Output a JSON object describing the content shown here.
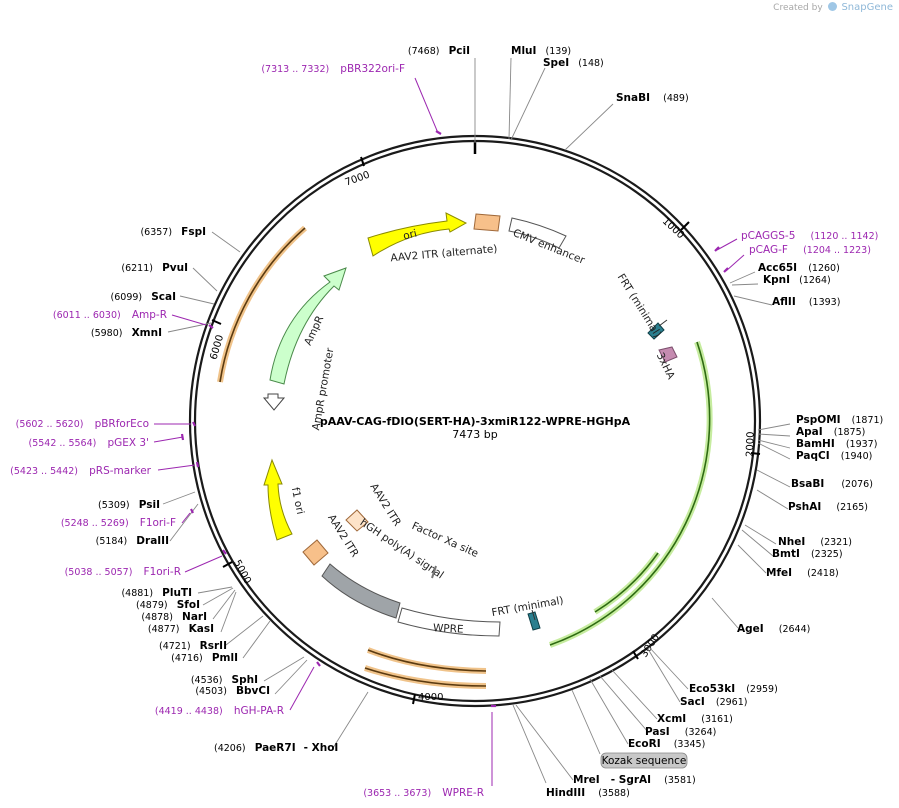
{
  "credit": {
    "prefix": "Created by",
    "brand": "SnapGene"
  },
  "plasmid": {
    "name": "pAAV-CAG-fDIO(SERT-HA)-3xmiR122-WPRE-HGHpA",
    "size_label": "7473 bp",
    "length": 7473
  },
  "ticks": [
    "1000",
    "2000",
    "3000",
    "4000",
    "5000",
    "6000",
    "7000"
  ],
  "enzymes": [
    {
      "name": "PciI",
      "pos": "(7468)"
    },
    {
      "name": "MluI",
      "pos": "(139)"
    },
    {
      "name": "SpeI",
      "pos": "(148)"
    },
    {
      "name": "SnaBI",
      "pos": "(489)"
    },
    {
      "name": "Acc65I",
      "pos": "(1260)"
    },
    {
      "name": "KpnI",
      "pos": "(1264)"
    },
    {
      "name": "AflII",
      "pos": "(1393)"
    },
    {
      "name": "PspOMI",
      "pos": "(1871)"
    },
    {
      "name": "ApaI",
      "pos": "(1875)"
    },
    {
      "name": "BamHI",
      "pos": "(1937)"
    },
    {
      "name": "PaqCI",
      "pos": "(1940)"
    },
    {
      "name": "BsaBI",
      "pos": "(2076)"
    },
    {
      "name": "PshAI",
      "pos": "(2165)"
    },
    {
      "name": "NheI",
      "pos": "(2321)"
    },
    {
      "name": "BmtI",
      "pos": "(2325)"
    },
    {
      "name": "MfeI",
      "pos": "(2418)"
    },
    {
      "name": "AgeI",
      "pos": "(2644)"
    },
    {
      "name": "Eco53kI",
      "pos": "(2959)"
    },
    {
      "name": "SacI",
      "pos": "(2961)"
    },
    {
      "name": "XcmI",
      "pos": "(3161)"
    },
    {
      "name": "PasI",
      "pos": "(3264)"
    },
    {
      "name": "EcoRI",
      "pos": "(3345)"
    },
    {
      "name": "SgrAI",
      "pos": "(3581)"
    },
    {
      "name": "MreI",
      "pos": ""
    },
    {
      "name": "HindIII",
      "pos": "(3588)"
    },
    {
      "name": "PaeR7I",
      "pos": "(4206)"
    },
    {
      "name": "XhoI",
      "pos": ""
    },
    {
      "name": "BbvCI",
      "pos": "(4503)"
    },
    {
      "name": "SphI",
      "pos": "(4536)"
    },
    {
      "name": "PmlI",
      "pos": "(4716)"
    },
    {
      "name": "RsrII",
      "pos": "(4721)"
    },
    {
      "name": "KasI",
      "pos": "(4877)"
    },
    {
      "name": "NarI",
      "pos": "(4878)"
    },
    {
      "name": "SfoI",
      "pos": "(4879)"
    },
    {
      "name": "PluTI",
      "pos": "(4881)"
    },
    {
      "name": "DraIII",
      "pos": "(5184)"
    },
    {
      "name": "PsiI",
      "pos": "(5309)"
    },
    {
      "name": "XmnI",
      "pos": "(5980)"
    },
    {
      "name": "ScaI",
      "pos": "(6099)"
    },
    {
      "name": "PvuI",
      "pos": "(6211)"
    },
    {
      "name": "FspI",
      "pos": "(6357)"
    }
  ],
  "primers": [
    {
      "name": "pBR322ori-F",
      "range": "(7313 .. 7332)"
    },
    {
      "name": "pCAGGS-5",
      "range": "(1120 .. 1142)"
    },
    {
      "name": "pCAG-F",
      "range": "(1204 .. 1223)"
    },
    {
      "name": "WPRE-R",
      "range": "(3653 .. 3673)"
    },
    {
      "name": "hGH-PA-R",
      "range": "(4419 .. 4438)"
    },
    {
      "name": "F1ori-R",
      "range": "(5038 .. 5057)"
    },
    {
      "name": "F1ori-F",
      "range": "(5248 .. 5269)"
    },
    {
      "name": "pRS-marker",
      "range": "(5423 .. 5442)"
    },
    {
      "name": "pGEX 3'",
      "range": "(5542 .. 5564)"
    },
    {
      "name": "pBRforEco",
      "range": "(5602 .. 5620)"
    },
    {
      "name": "Amp-R",
      "range": "(6011 .. 6030)"
    }
  ],
  "features": [
    {
      "name": "ori",
      "color": "#ffff00"
    },
    {
      "name": "AAV2 ITR (alternate)",
      "color": "#f7c08a"
    },
    {
      "name": "CMV enhancer",
      "color": "#ffffff"
    },
    {
      "name": "FRT (minimal)",
      "color": "#2a7f8f"
    },
    {
      "name": "3xHA",
      "color": "#c58bb0"
    },
    {
      "name": "AmpR",
      "color": "#ccffcc"
    },
    {
      "name": "AmpR promoter",
      "color": "#ffffff"
    },
    {
      "name": "f1 ori",
      "color": "#ffff00"
    },
    {
      "name": "AAV2 ITR",
      "color": "#f7c08a"
    },
    {
      "name": "AAV2 ITR",
      "color": "#fde3c8"
    },
    {
      "name": "hGH poly(A) signal",
      "color": "#9fa4a8"
    },
    {
      "name": "Factor Xa site",
      "color": "#777777"
    },
    {
      "name": "WPRE",
      "color": "#ffffff"
    },
    {
      "name": "FRT (minimal)",
      "color": "#2a7f8f"
    }
  ],
  "misc": {
    "kozak": "Kozak sequence"
  }
}
